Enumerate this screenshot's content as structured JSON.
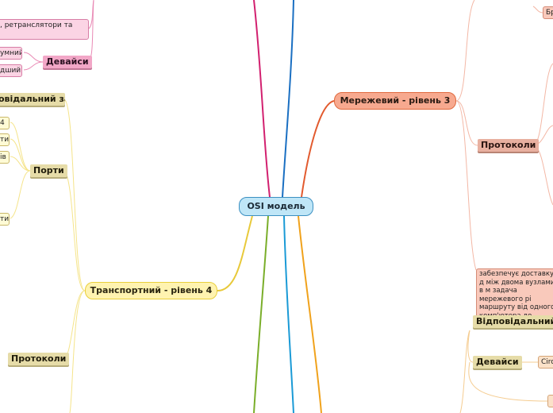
{
  "root": {
    "label": "OSI модель"
  },
  "network_layer": {
    "title": "Мережевий - рівень 3",
    "protocols_label": "Протоколи",
    "top_leaf": "Бр",
    "description": "забезпечує доставку д між двома вузлами в м задача мережевого рі маршруту від одного комп'ютера до іншого цим маршрутом..",
    "responsible_label": "Відповідальний з",
    "devices_label": "Девайси",
    "device_leaf": "Circ"
  },
  "transport_layer": {
    "title": "Транспортний - рівень 4",
    "responsible_label": "овідальний за",
    "ports_label": "Порти",
    "port_leaves": [
      "4",
      "ти",
      "ів",
      "ти"
    ],
    "protocols_label": "Протоколи"
  },
  "top_left": {
    "note": ", ретранслятори та",
    "devices_label": "Девайси",
    "device_leaves": [
      "умний",
      "дший"
    ]
  }
}
